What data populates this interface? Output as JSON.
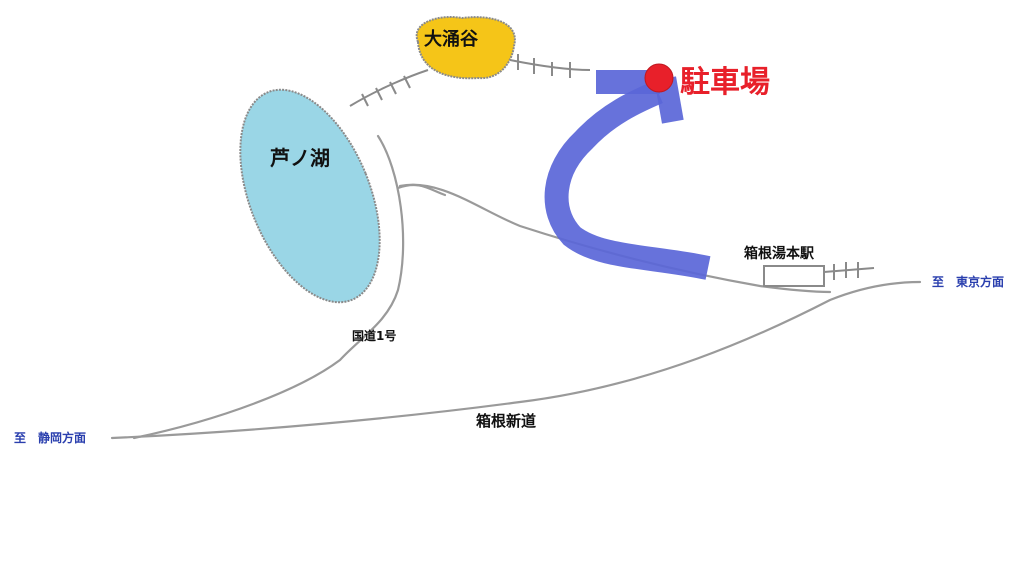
{
  "map": {
    "labels": {
      "owakudani": "大涌谷",
      "lake_ashi": "芦ノ湖",
      "parking": "駐車場",
      "hakone_yumoto_station": "箱根湯本駅",
      "route1": "国道1号",
      "hakone_shindo": "箱根新道",
      "to_tokyo": "至　東京方面",
      "to_shizuoka": "至　静岡方面"
    },
    "colors": {
      "road": "#9a9a9a",
      "lake_fill": "#9ad6e6",
      "owakudani_fill": "#f5c518",
      "route_arrow": "#5a66d8",
      "parking_marker": "#e8202a",
      "parking_text": "#e8202a",
      "direction_text": "#2a3fae",
      "label_text": "#111111"
    },
    "icons": {
      "parking_marker": "red-dot-marker",
      "route_arrow": "curved-arrow-icon"
    }
  }
}
